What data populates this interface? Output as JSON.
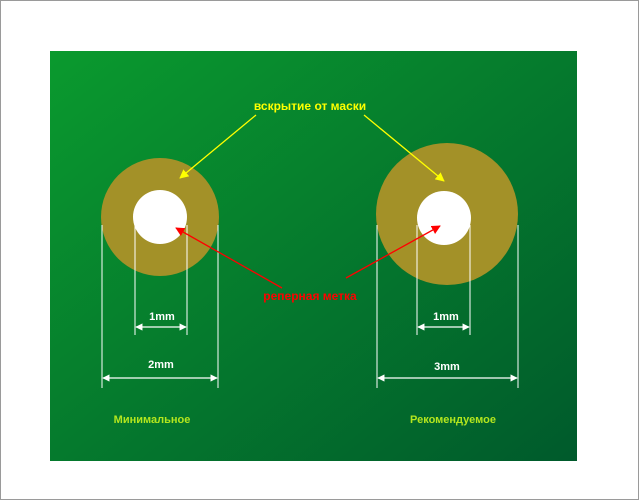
{
  "labels": {
    "mask_opening": "вскрытие от маски",
    "fiducial_mark": "реперная метка",
    "inner_diameter_left": "1mm",
    "outer_diameter_left": "2mm",
    "inner_diameter_right": "1mm",
    "outer_diameter_right": "3mm",
    "caption_left": "Минимальное",
    "caption_right": "Рекомендуемое"
  },
  "colors": {
    "board_light": "#0a9a2e",
    "board_dark": "#005a2c",
    "ring": "#a39128",
    "hole": "#ffffff",
    "dimension_line": "#ffffff",
    "label_yellow": "#ffff00",
    "label_red": "#ff0000",
    "caption": "#b4e61e"
  }
}
